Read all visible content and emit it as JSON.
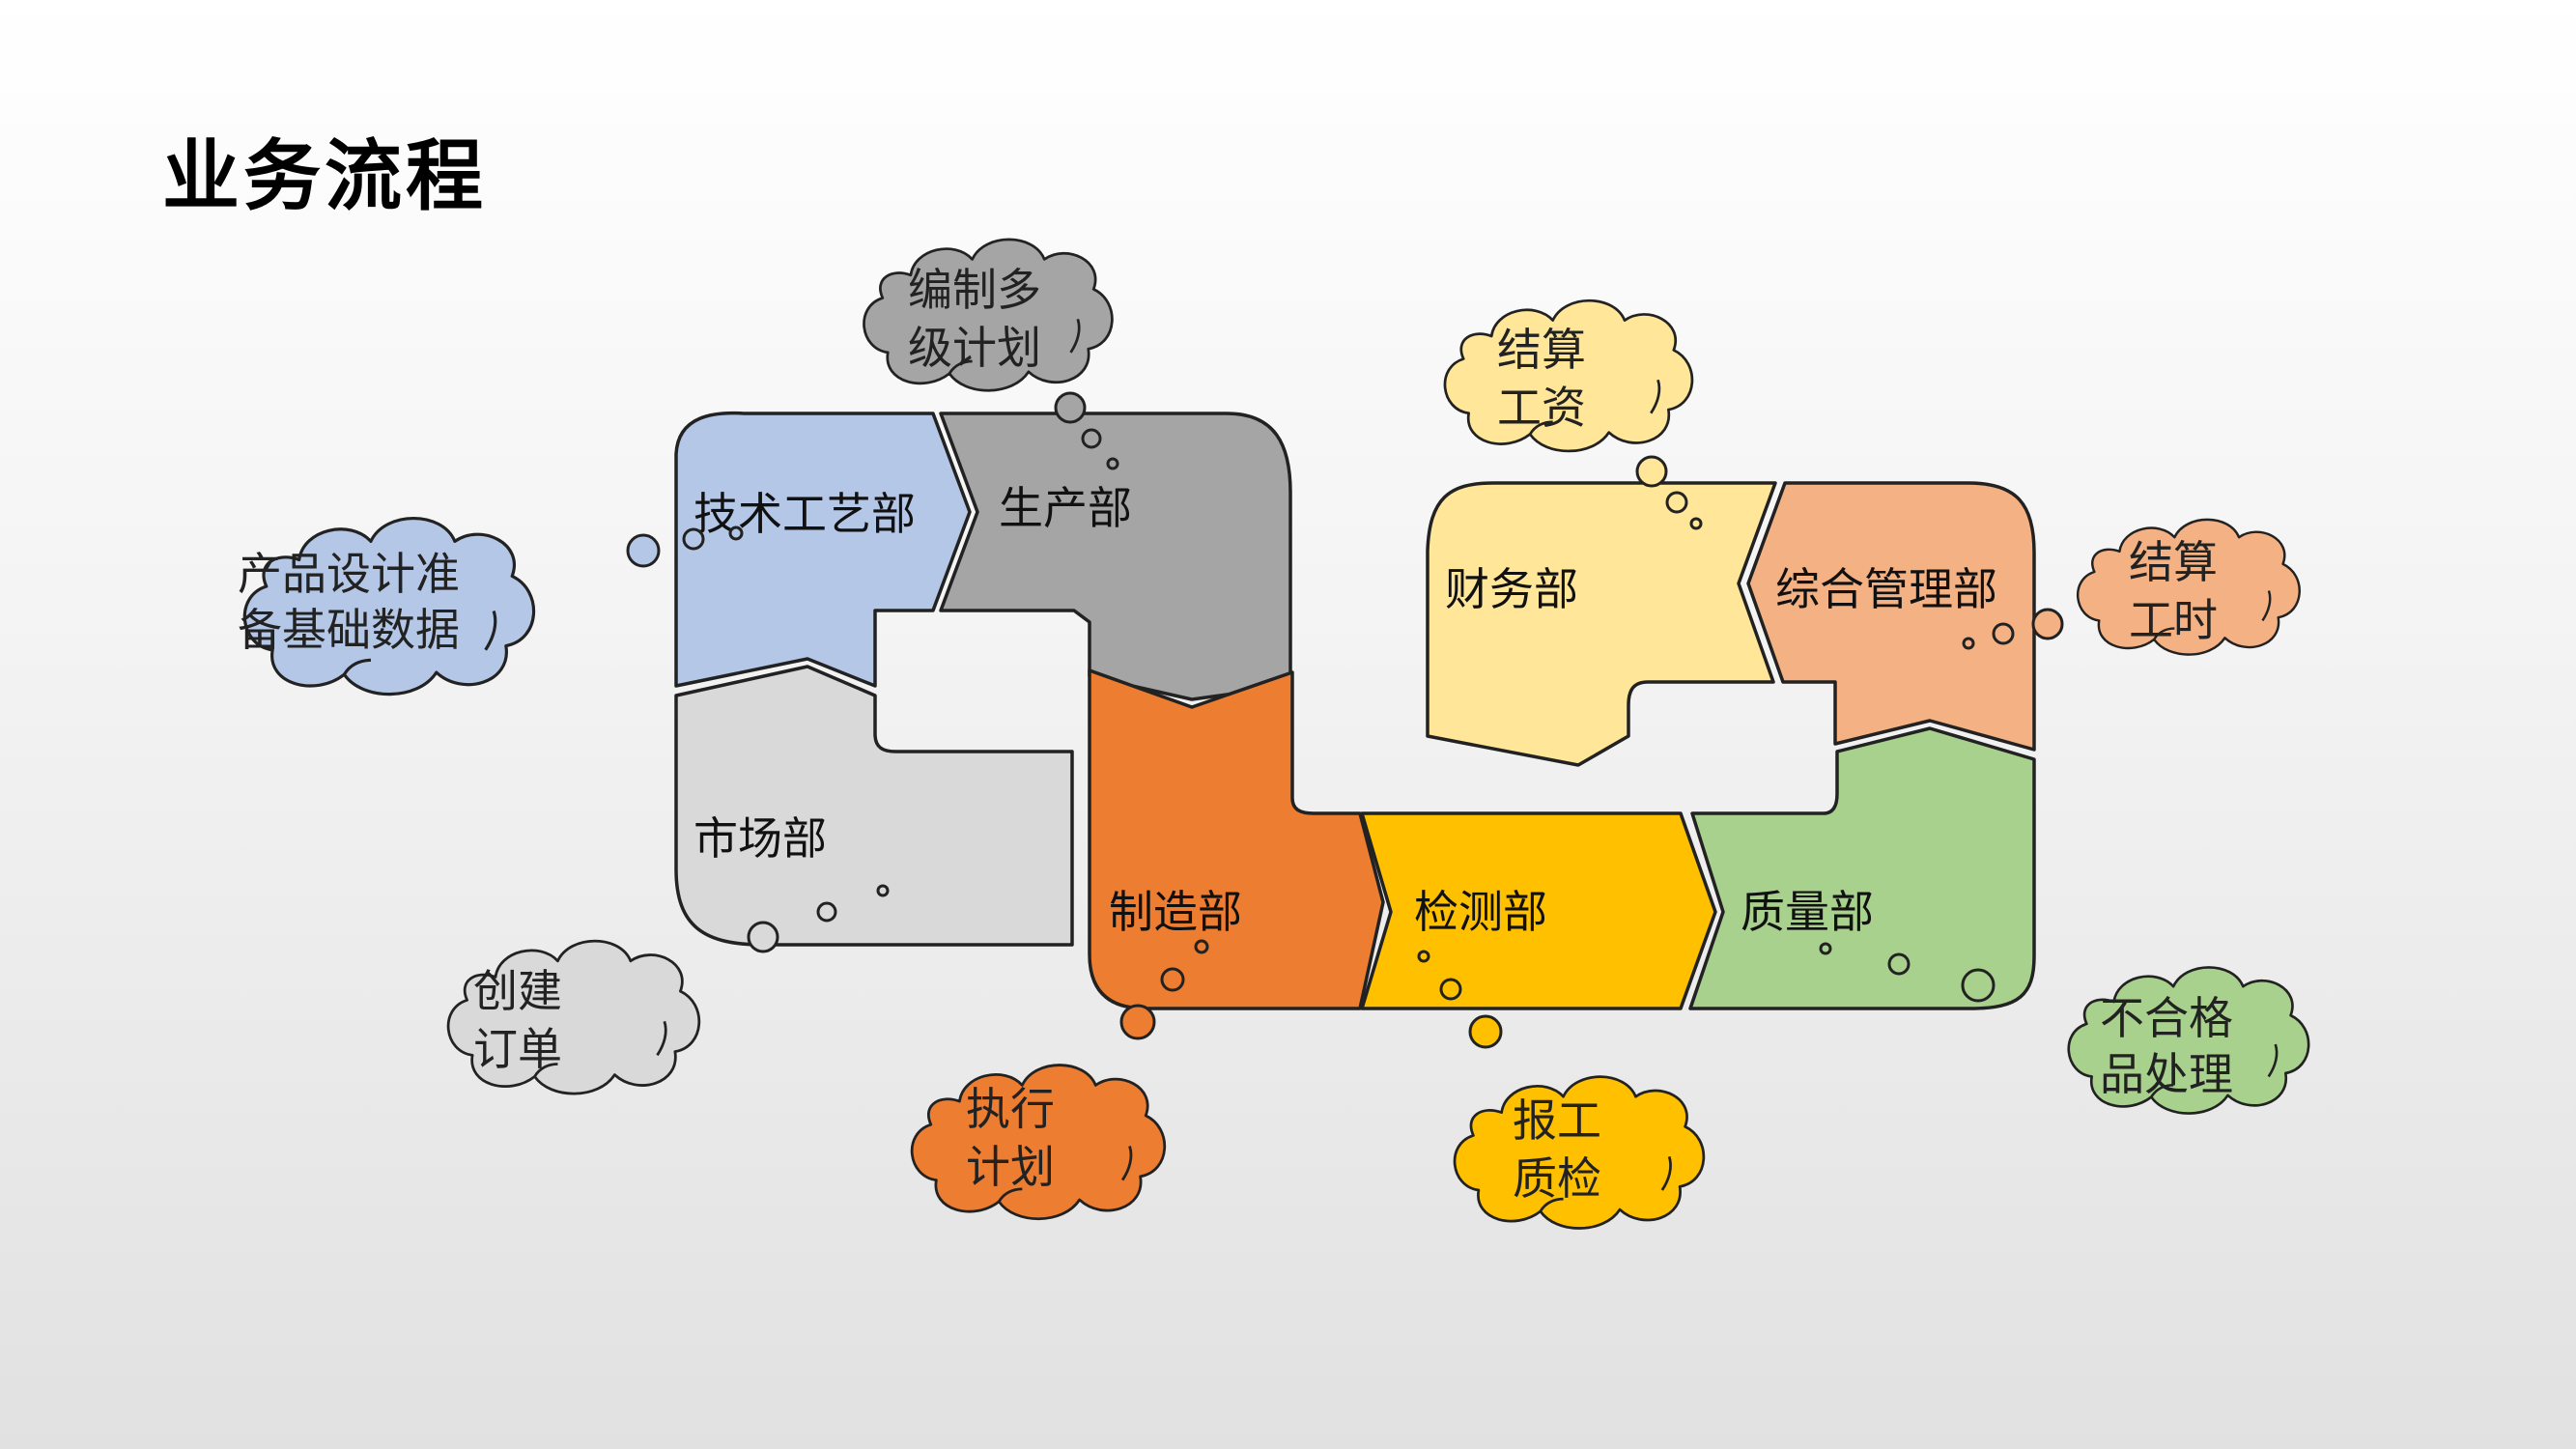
{
  "title": "业务流程",
  "departments": {
    "tech": "技术工艺部",
    "production": "生产部",
    "market": "市场部",
    "manufacturing": "制造部",
    "inspection": "检测部",
    "quality": "质量部",
    "finance": "财务部",
    "admin": "综合管理部"
  },
  "notes": {
    "design": [
      "产品设计准",
      "备基础数据"
    ],
    "plan": [
      "编制多",
      "级计划"
    ],
    "order": [
      "创建",
      "订单"
    ],
    "execute": [
      "执行",
      "计划"
    ],
    "report": [
      "报工",
      "质检"
    ],
    "nonconform": [
      "不合格",
      "品处理"
    ],
    "wage": [
      "结算",
      "工资"
    ],
    "hours": [
      "结算",
      "工时"
    ]
  },
  "colors": {
    "tech": "#b4c7e7",
    "production": "#a5a5a5",
    "market": "#d9d9d9",
    "manufacturing": "#ed7d31",
    "inspection": "#ffc000",
    "quality": "#a9d18e",
    "finance": "#ffe699",
    "admin": "#f4b183",
    "outline": "#222222"
  }
}
